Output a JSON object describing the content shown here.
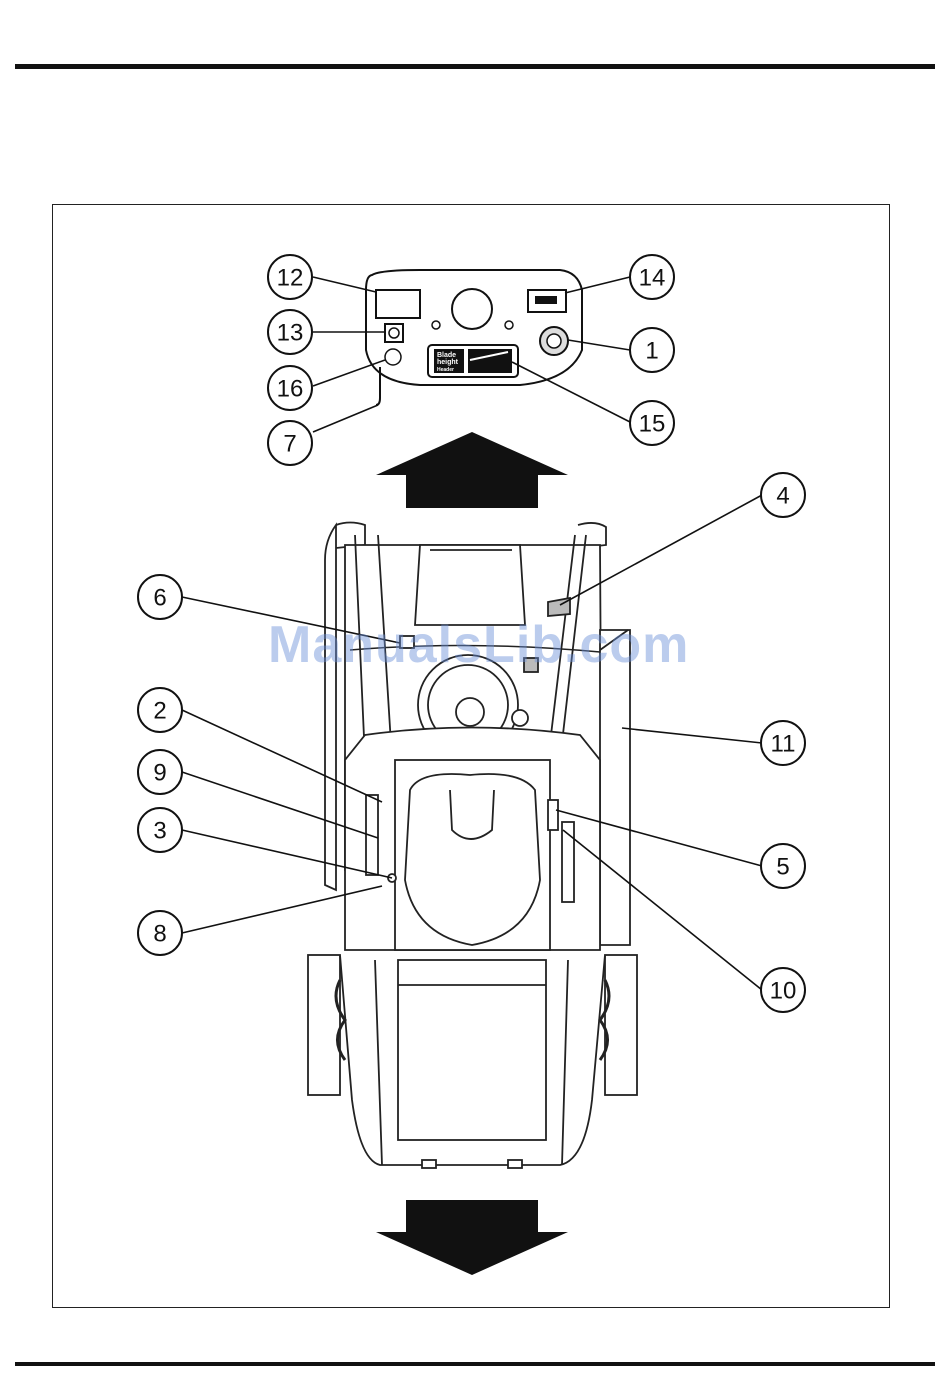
{
  "figure": {
    "watermark": "ManualsLib.com",
    "panel_label_line1": "Blade",
    "panel_label_line2": "height",
    "panel_label_line3": "Header",
    "callouts": [
      "12",
      "14",
      "13",
      "1",
      "16",
      "15",
      "7",
      "4",
      "6",
      "11",
      "2",
      "9",
      "5",
      "3",
      "8",
      "10"
    ]
  }
}
